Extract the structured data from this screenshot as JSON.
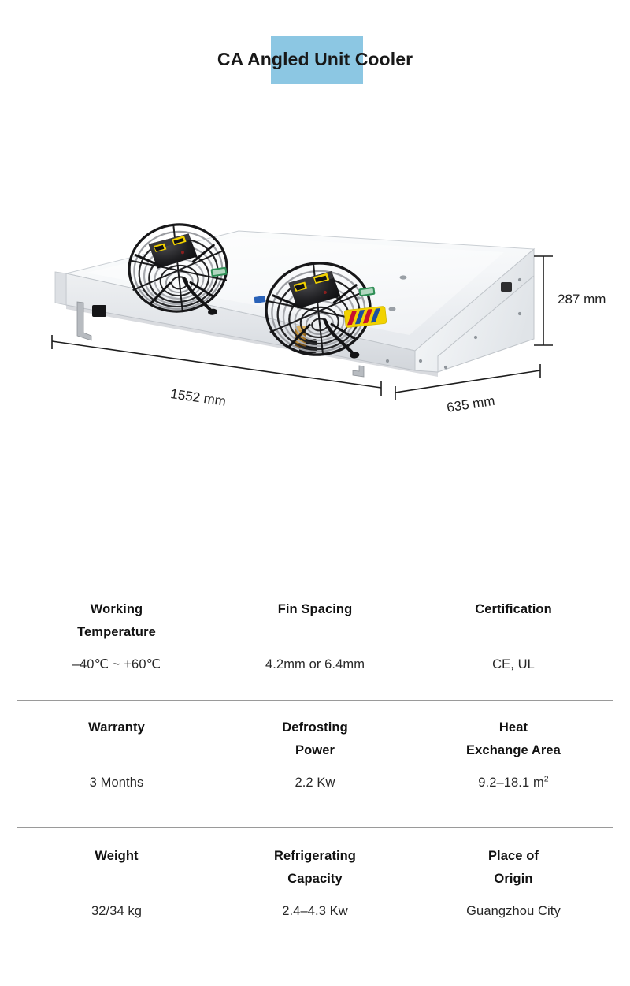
{
  "title": {
    "text": "CA Angled Unit Cooler",
    "highlight_color": "#8cc7e3"
  },
  "product_image": {
    "alt": "CA angled unit cooler with two axial fans on a white sheet-metal housing",
    "body_color": "#f2f4f6",
    "fan_color": "#1c1c1c",
    "accent_label_color": "#f2d200",
    "copper_color": "#b98430"
  },
  "dimensions": {
    "height": "287 mm",
    "width": "1552 mm",
    "depth": "635 mm"
  },
  "specs": {
    "rows": [
      {
        "cells": [
          {
            "label": "Working\nTemperature",
            "value": "–40℃ ~ +60℃"
          },
          {
            "label": "Fin Spacing",
            "value": "4.2mm or 6.4mm"
          },
          {
            "label": "Certification",
            "value": "CE, UL"
          }
        ]
      },
      {
        "cells": [
          {
            "label": "Warranty",
            "value": "3 Months"
          },
          {
            "label": "Defrosting\nPower",
            "value": "2.2 Kw"
          },
          {
            "label": "Heat\nExchange Area",
            "value": "9.2–18.1 m",
            "value_sup": "2"
          }
        ]
      },
      {
        "cells": [
          {
            "label": "Weight",
            "value": "32/34 kg"
          },
          {
            "label": "Refrigerating\nCapacity",
            "value": "2.4–4.3 Kw"
          },
          {
            "label": "Place of\nOrigin",
            "value": "Guangzhou City"
          }
        ]
      }
    ]
  }
}
